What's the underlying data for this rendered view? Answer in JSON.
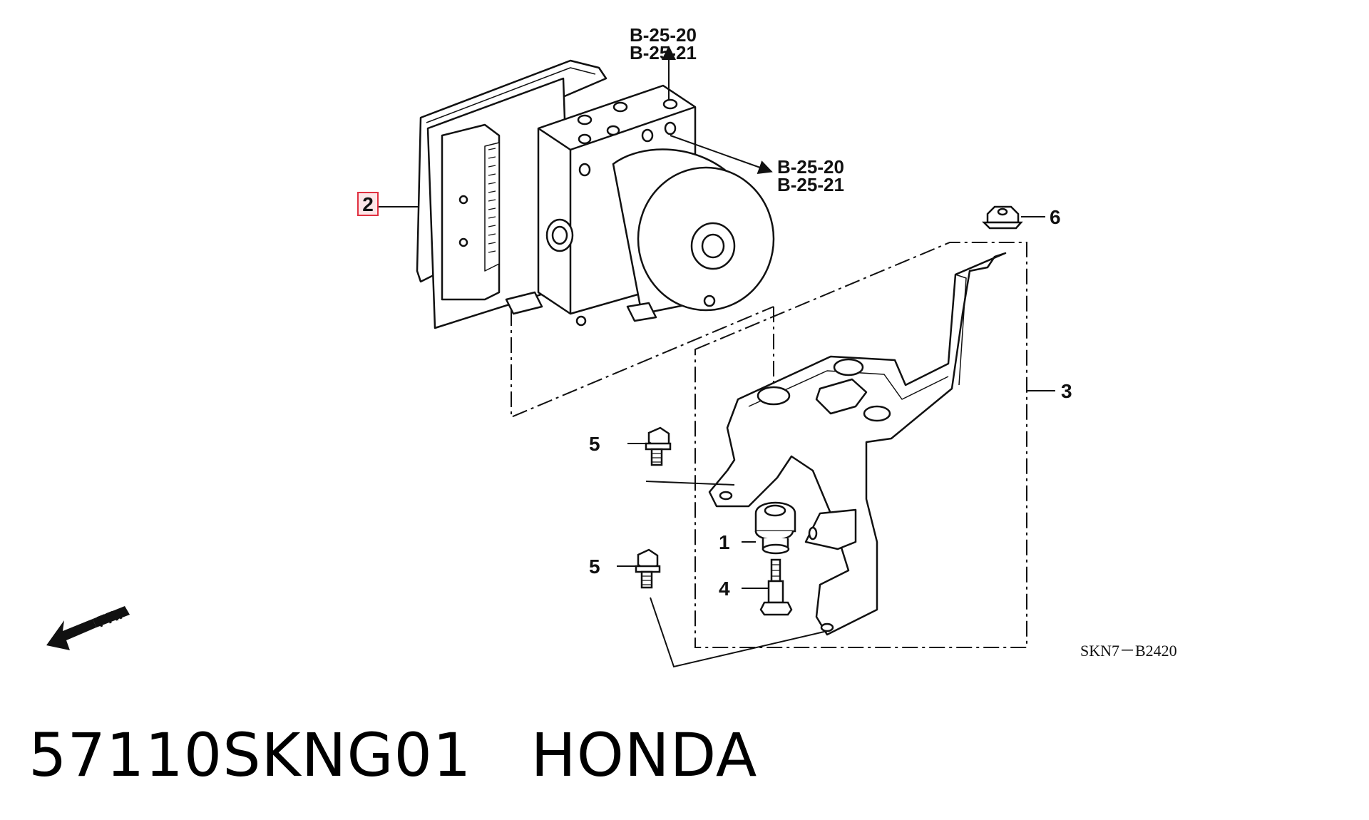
{
  "diagram": {
    "references": {
      "top_1": "B-25-20",
      "top_2": "B-25-21",
      "side_1": "B-25-20",
      "side_2": "B-25-21"
    },
    "callouts": {
      "part_2": "2",
      "part_6": "6",
      "part_3": "3",
      "part_5a": "5",
      "part_5b": "5",
      "part_1": "1",
      "part_4": "4"
    },
    "direction_label": "FR.",
    "diagram_code": "SKN7－B2420",
    "highlight_color": "#e03040"
  },
  "caption": {
    "part_number": "57110SKNG01",
    "brand": "HONDA"
  }
}
